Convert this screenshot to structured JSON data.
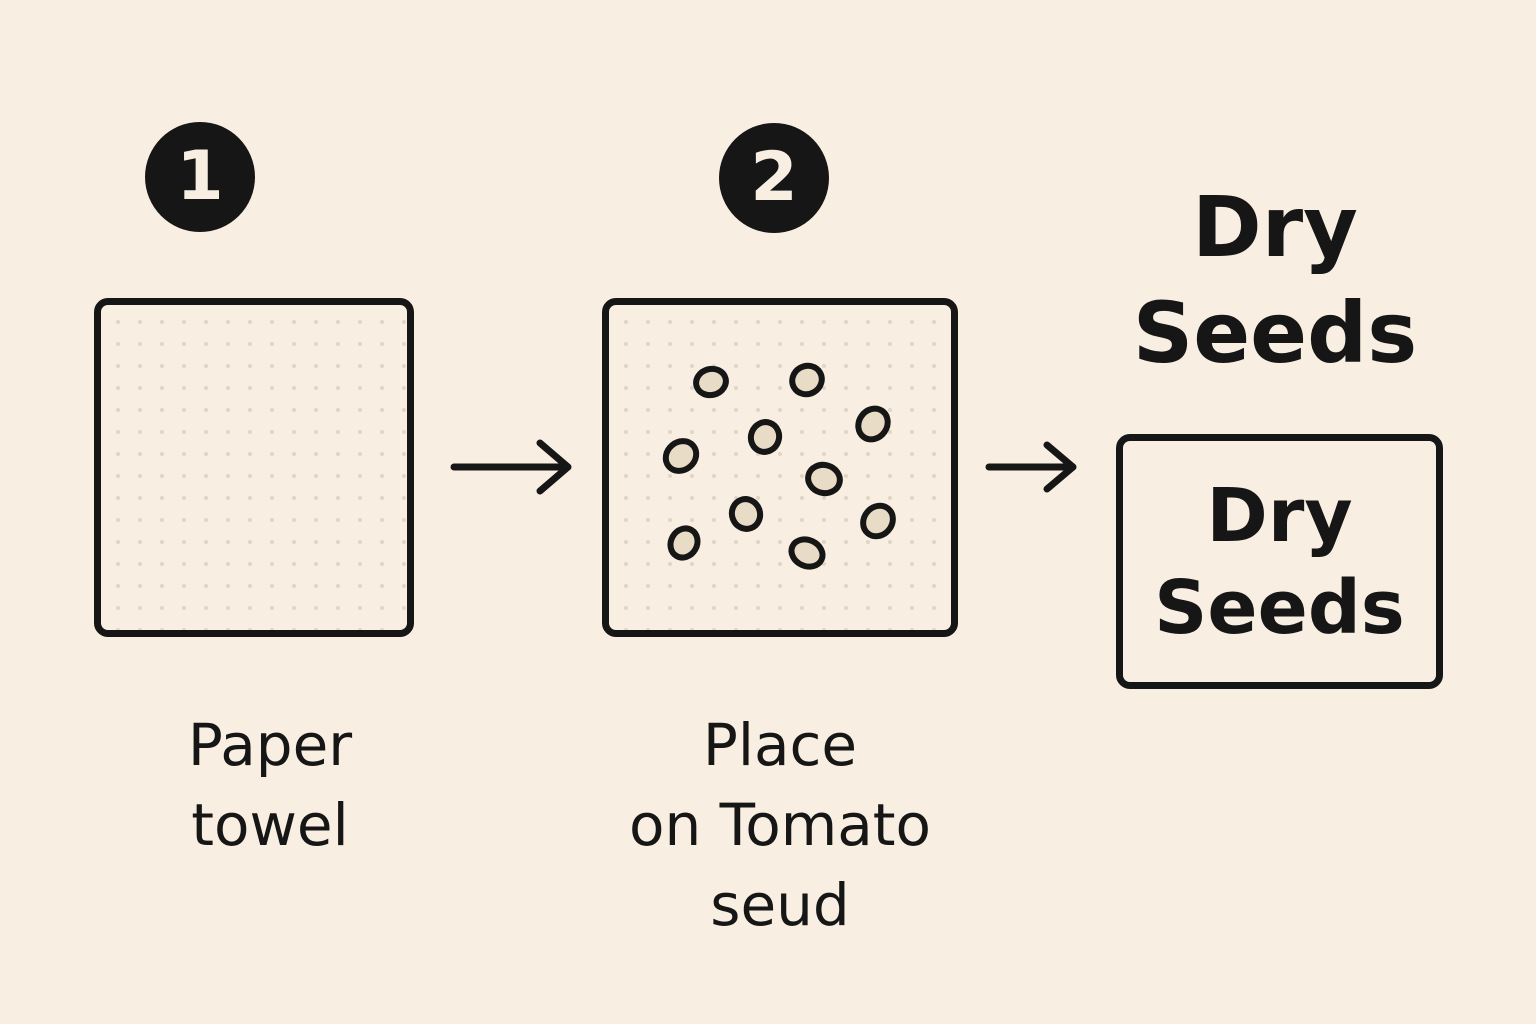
{
  "steps": [
    {
      "number": "1",
      "caption": [
        "Paper",
        "towel"
      ]
    },
    {
      "number": "2",
      "caption": [
        "Place",
        "on Tomato",
        "seud"
      ]
    }
  ],
  "result": {
    "heading": [
      "Dry",
      "Seeds"
    ],
    "box_label": [
      "Dry",
      "Seeds"
    ]
  },
  "colors": {
    "background": "#f8efe2",
    "ink": "#161616",
    "seed_fill": "#e9dcc7",
    "dot_texture": "#e0d6c8"
  },
  "icons": {
    "step_connector": "arrow-right-icon",
    "seed": "seed-icon"
  }
}
